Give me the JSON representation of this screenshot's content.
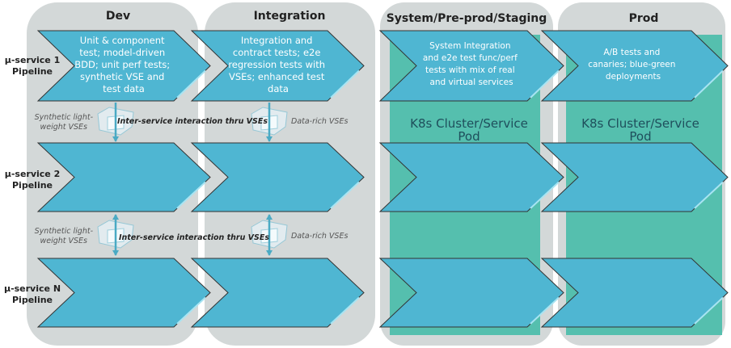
{
  "colors": {
    "panel": "#d3d8d8",
    "chevron": "#4fb6d2",
    "chevron_stroke": "#333333",
    "k8s": "#55bfae",
    "arrow": "#4aaac4"
  },
  "stages": [
    {
      "title": "Dev"
    },
    {
      "title": "Integration"
    },
    {
      "title": "System/Pre-prod/Staging"
    },
    {
      "title": "Prod"
    }
  ],
  "rows": [
    {
      "label": [
        "µ-service 1",
        "Pipeline"
      ]
    },
    {
      "label": [
        "µ-service 2",
        "Pipeline"
      ]
    },
    {
      "label": [
        "µ-service N",
        "Pipeline"
      ]
    }
  ],
  "chevron_text": {
    "dev": [
      "Unit & component",
      "test; model-driven",
      "BDD; unit perf tests;",
      "synthetic VSE and",
      "test data"
    ],
    "integration": [
      "Integration and",
      "contract tests; e2e",
      "regression tests with",
      "VSEs; enhanced test",
      "data"
    ],
    "system": [
      "System Integration",
      "and e2e test func/perf",
      "tests with mix of real",
      "and virtual  services"
    ],
    "prod": [
      "A/B tests and",
      "canaries; blue-green",
      "deployments"
    ]
  },
  "k8s_label": [
    "K8s Cluster/Service",
    "Pod"
  ],
  "vse": {
    "synthetic": [
      "Synthetic light-",
      "weight VSEs"
    ],
    "inter": "Inter-service interaction thru VSEs",
    "data_rich": "Data-rich VSEs"
  },
  "icons": {
    "cube": "virtual-service-cube-icon",
    "arrow": "bidirectional-arrow-icon"
  }
}
